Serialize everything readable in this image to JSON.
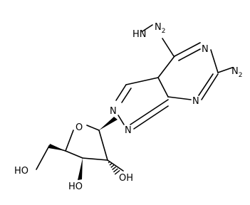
{
  "structure": {
    "atoms": {
      "nh2_hydrazine": {
        "element": "N",
        "h": "2"
      },
      "nh_hydrazine": {
        "element": "H",
        "n": "N"
      },
      "n_ring_top": {
        "element": "N"
      },
      "nh2_amine": {
        "element": "N",
        "h": "2"
      },
      "n_ring_bottom": {
        "element": "N"
      },
      "n_pyrazole_1": {
        "element": "N"
      },
      "n_pyrazole_2": {
        "element": "N"
      },
      "o_furanose": {
        "element": "O"
      },
      "oh_primary": {
        "element": "HO"
      },
      "oh_c3": {
        "element": "HO"
      },
      "oh_c2": {
        "element": "OH"
      }
    }
  }
}
